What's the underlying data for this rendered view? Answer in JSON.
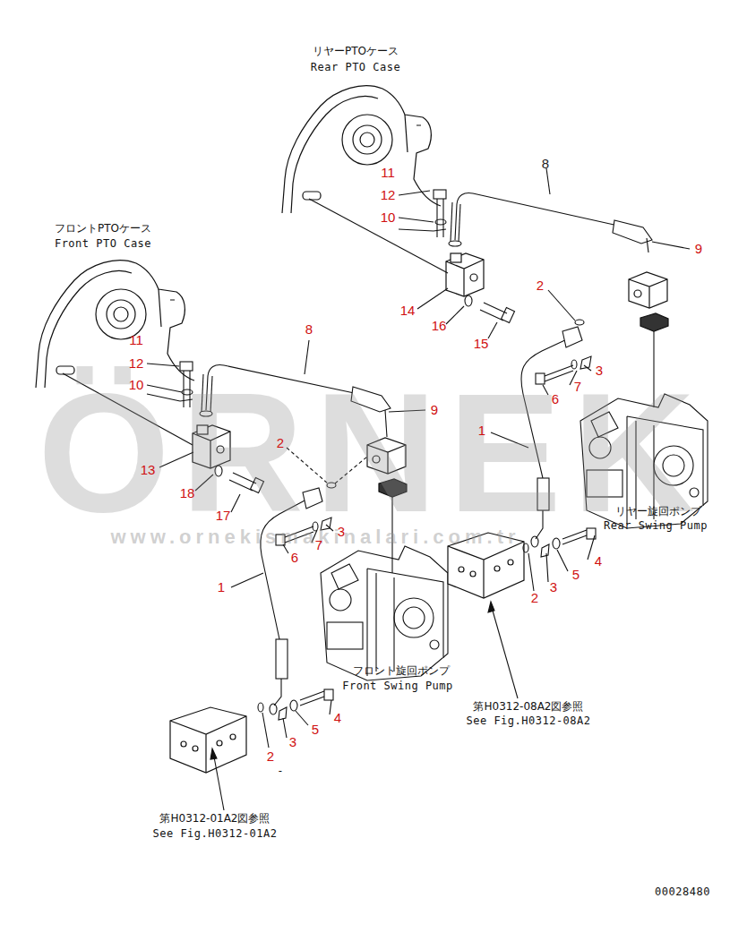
{
  "diagram": {
    "labels": [
      "リヤーPTOケース",
      "Rear PTO Case",
      "フロントPTOケース",
      "Front PTO Case",
      "11",
      "12",
      "10",
      "8",
      "9",
      "2",
      "14",
      "16",
      "15",
      "3",
      "7",
      "6",
      "1",
      "4",
      "5",
      "3",
      "2",
      "11",
      "12",
      "10",
      "8",
      "9",
      "2",
      "13",
      "18",
      "17",
      "3",
      "7",
      "6",
      "1",
      "4",
      "5",
      "3",
      "2",
      "-",
      "リヤー旋回ポンプ",
      "Rear Swing Pump",
      "フロント旋回ポンプ",
      "Front Swing Pump",
      "第H0312-08A2図参照",
      "See Fig.H0312-08A2",
      "第H0312-01A2図参照",
      "See Fig.H0312-01A2",
      "00028480",
      "ÖRNEK",
      "www.ornekismakinalari.com.tr"
    ]
  }
}
